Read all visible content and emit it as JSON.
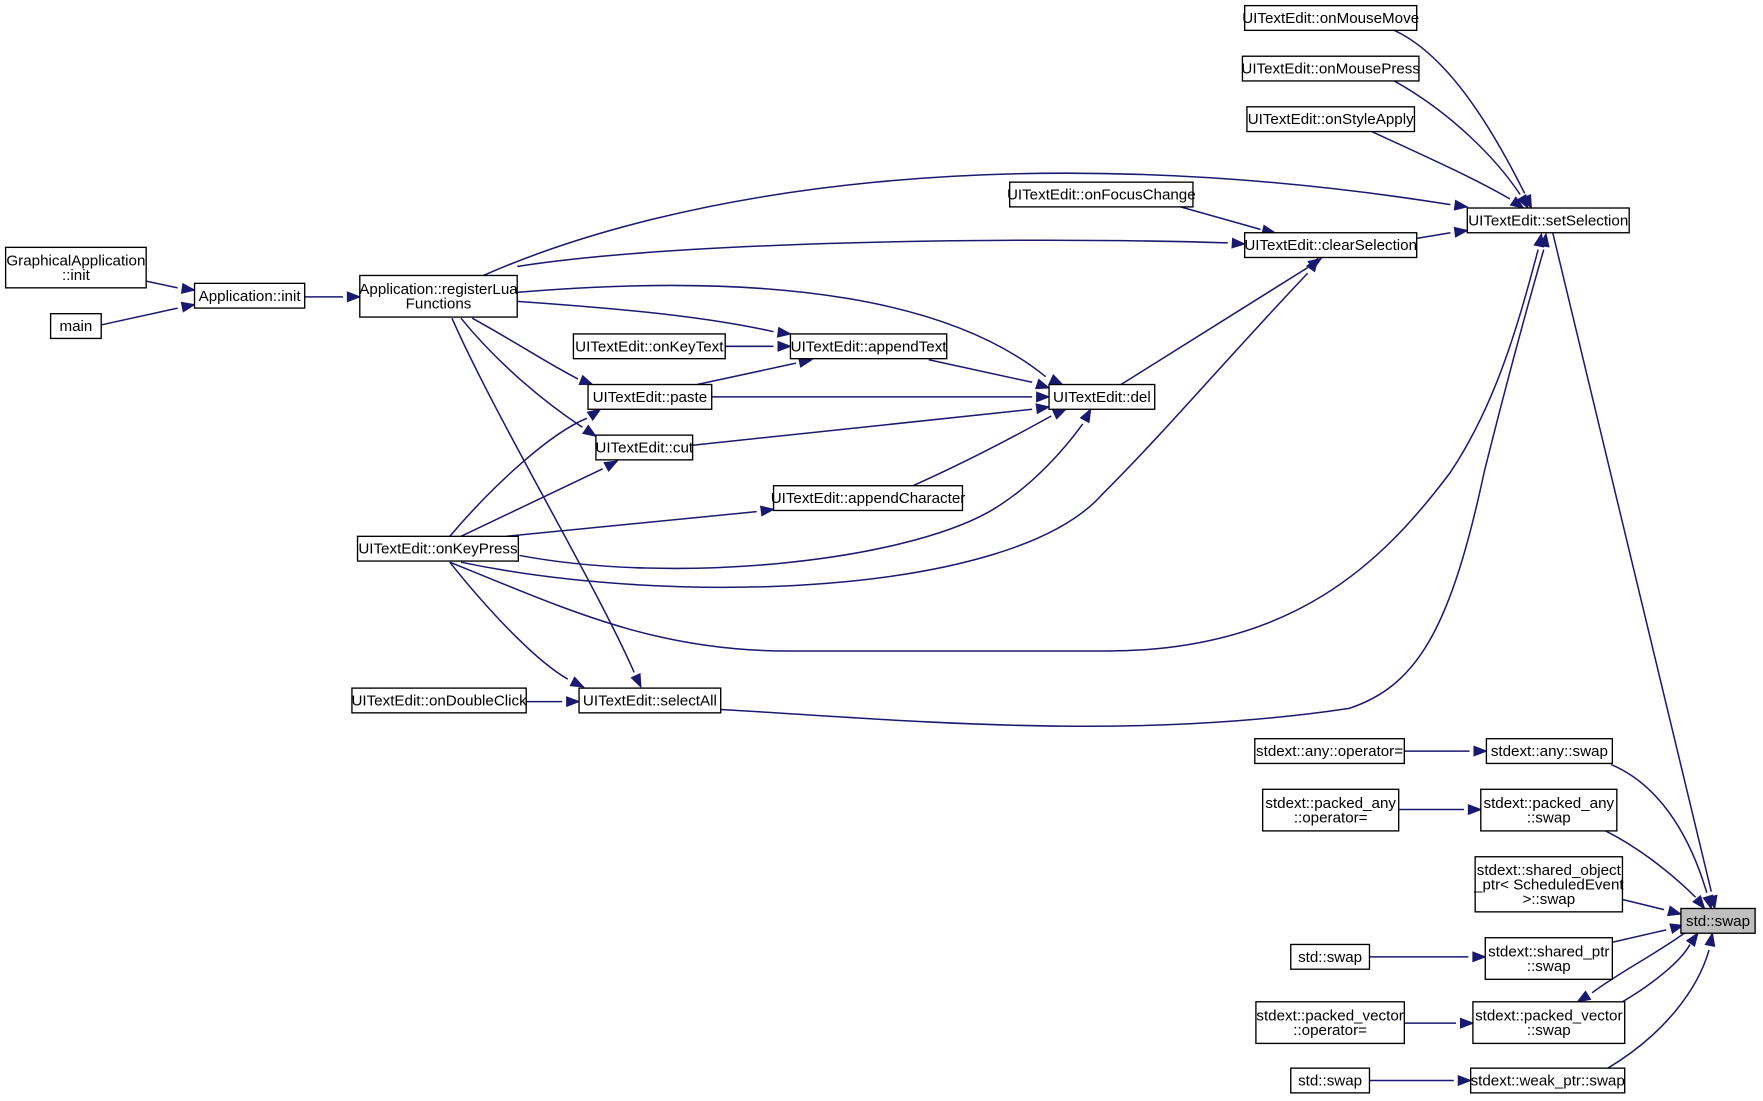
{
  "nodes": {
    "gfx_init": {
      "lines": [
        "GraphicalApplication",
        "::init"
      ]
    },
    "main": {
      "lines": [
        "main"
      ]
    },
    "app_init": {
      "lines": [
        "Application::init"
      ]
    },
    "reg_lua": {
      "lines": [
        "Application::registerLua",
        "Functions"
      ]
    },
    "on_key_text": {
      "lines": [
        "UITextEdit::onKeyText"
      ]
    },
    "append_text": {
      "lines": [
        "UITextEdit::appendText"
      ]
    },
    "paste": {
      "lines": [
        "UITextEdit::paste"
      ]
    },
    "cut": {
      "lines": [
        "UITextEdit::cut"
      ]
    },
    "append_char": {
      "lines": [
        "UITextEdit::appendCharacter"
      ]
    },
    "on_key_press": {
      "lines": [
        "UITextEdit::onKeyPress"
      ]
    },
    "on_double_click": {
      "lines": [
        "UITextEdit::onDoubleClick"
      ]
    },
    "select_all": {
      "lines": [
        "UITextEdit::selectAll"
      ]
    },
    "del": {
      "lines": [
        "UITextEdit::del"
      ]
    },
    "on_focus": {
      "lines": [
        "UITextEdit::onFocusChange"
      ]
    },
    "clear_sel": {
      "lines": [
        "UITextEdit::clearSelection"
      ]
    },
    "on_mouse_move": {
      "lines": [
        "UITextEdit::onMouseMove"
      ]
    },
    "on_mouse_press": {
      "lines": [
        "UITextEdit::onMousePress"
      ]
    },
    "on_style": {
      "lines": [
        "UITextEdit::onStyleApply"
      ]
    },
    "set_sel": {
      "lines": [
        "UITextEdit::setSelection"
      ]
    },
    "any_op": {
      "lines": [
        "stdext::any::operator="
      ]
    },
    "any_swap": {
      "lines": [
        "stdext::any::swap"
      ]
    },
    "pany_op": {
      "lines": [
        "stdext::packed_any",
        "::operator="
      ]
    },
    "pany_swap": {
      "lines": [
        "stdext::packed_any",
        "::swap"
      ]
    },
    "sobj_swap": {
      "lines": [
        "stdext::shared_object",
        "_ptr< ScheduledEvent",
        " >::swap"
      ]
    },
    "std_swap_1": {
      "lines": [
        "std::swap"
      ]
    },
    "sptr_swap": {
      "lines": [
        "stdext::shared_ptr",
        "::swap"
      ]
    },
    "pvec_op": {
      "lines": [
        "stdext::packed_vector",
        "::operator="
      ]
    },
    "pvec_swap": {
      "lines": [
        "stdext::packed_vector",
        "::swap"
      ]
    },
    "std_swap_2": {
      "lines": [
        "std::swap"
      ]
    },
    "wptr_swap": {
      "lines": [
        "stdext::weak_ptr::swap"
      ]
    },
    "std_swap_main": {
      "lines": [
        "std::swap"
      ]
    }
  },
  "highlighted": "std_swap_main",
  "colors": {
    "edge": "#191970",
    "node_fill": "#ffffff",
    "highlight_fill": "#bfbfbf",
    "border": "#000000"
  },
  "edges": [
    [
      "gfx_init",
      "app_init"
    ],
    [
      "main",
      "app_init"
    ],
    [
      "app_init",
      "reg_lua"
    ],
    [
      "reg_lua",
      "clear_sel"
    ],
    [
      "reg_lua",
      "set_sel"
    ],
    [
      "reg_lua",
      "append_text"
    ],
    [
      "reg_lua",
      "paste"
    ],
    [
      "reg_lua",
      "cut"
    ],
    [
      "reg_lua",
      "del"
    ],
    [
      "reg_lua",
      "select_all"
    ],
    [
      "on_key_text",
      "append_text"
    ],
    [
      "paste",
      "append_text"
    ],
    [
      "append_text",
      "del"
    ],
    [
      "paste",
      "del"
    ],
    [
      "cut",
      "del"
    ],
    [
      "append_char",
      "del"
    ],
    [
      "on_key_press",
      "paste"
    ],
    [
      "on_key_press",
      "cut"
    ],
    [
      "on_key_press",
      "append_char"
    ],
    [
      "on_key_press",
      "del"
    ],
    [
      "on_key_press",
      "clear_sel"
    ],
    [
      "on_key_press",
      "set_sel"
    ],
    [
      "on_key_press",
      "select_all"
    ],
    [
      "on_double_click",
      "select_all"
    ],
    [
      "select_all",
      "set_sel"
    ],
    [
      "del",
      "clear_sel"
    ],
    [
      "on_focus",
      "clear_sel"
    ],
    [
      "clear_sel",
      "set_sel"
    ],
    [
      "on_mouse_move",
      "set_sel"
    ],
    [
      "on_mouse_press",
      "set_sel"
    ],
    [
      "on_style",
      "set_sel"
    ],
    [
      "set_sel",
      "std_swap_main"
    ],
    [
      "any_op",
      "any_swap"
    ],
    [
      "any_swap",
      "std_swap_main"
    ],
    [
      "pany_op",
      "pany_swap"
    ],
    [
      "pany_swap",
      "std_swap_main"
    ],
    [
      "sobj_swap",
      "std_swap_main"
    ],
    [
      "std_swap_1",
      "sptr_swap"
    ],
    [
      "sptr_swap",
      "std_swap_main"
    ],
    [
      "pvec_op",
      "pvec_swap"
    ],
    [
      "pvec_swap",
      "std_swap_main"
    ],
    [
      "std_swap_main",
      "pvec_swap"
    ],
    [
      "std_swap_2",
      "wptr_swap"
    ],
    [
      "wptr_swap",
      "std_swap_main"
    ]
  ]
}
